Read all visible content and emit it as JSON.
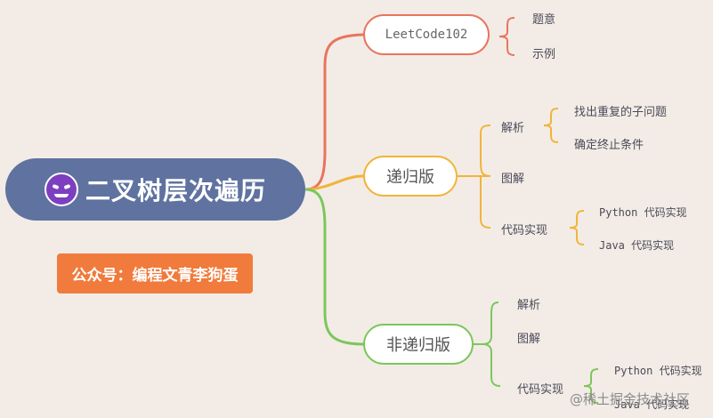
{
  "root": {
    "title": "二叉树层次遍历",
    "icon": "smirk-face-icon"
  },
  "tag": {
    "text": "公众号：编程文青李狗蛋"
  },
  "branches": [
    {
      "label": "LeetCode102",
      "children": [
        "题意",
        "示例"
      ]
    },
    {
      "label": "递归版",
      "children": [
        {
          "label": "解析",
          "children": [
            "找出重复的子问题",
            "确定终止条件"
          ]
        },
        {
          "label": "图解"
        },
        {
          "label": "代码实现",
          "children": [
            "Python 代码实现",
            "Java 代码实现"
          ]
        }
      ]
    },
    {
      "label": "非递归版",
      "children": [
        {
          "label": "解析"
        },
        {
          "label": "图解"
        },
        {
          "label": "代码实现",
          "children": [
            "Python 代码实现",
            "Java 代码实现"
          ]
        }
      ]
    }
  ],
  "watermark": "@稀土掘金技术社区",
  "colors": {
    "root": "#5f72a0",
    "tag": "#f07b3c",
    "branch1": "#e8755d",
    "branch2": "#f1b43a",
    "branch3": "#7cc65c"
  }
}
